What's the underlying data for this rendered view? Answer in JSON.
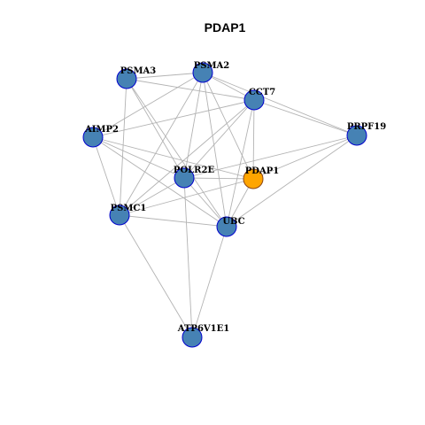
{
  "graph": {
    "title": "PDAP1",
    "query_gene": "PDAP1",
    "colors": {
      "node_fill": "#4682B4",
      "node_stroke": "#0000CD",
      "query_fill": "#FFA500",
      "query_stroke": "#8B4513",
      "edge": "#B3B3B3"
    },
    "nodes": [
      {
        "id": "PSMA3"
      },
      {
        "id": "PSMA2"
      },
      {
        "id": "CCT7"
      },
      {
        "id": "AIMP2"
      },
      {
        "id": "PRPF19"
      },
      {
        "id": "POLR2E"
      },
      {
        "id": "PDAP1"
      },
      {
        "id": "PSMC1"
      },
      {
        "id": "UBC"
      },
      {
        "id": "ATP6V1E1"
      }
    ],
    "edges": [
      [
        "PSMA3",
        "PSMA2"
      ],
      [
        "PSMA3",
        "CCT7"
      ],
      [
        "PSMA3",
        "POLR2E"
      ],
      [
        "PSMA3",
        "PSMC1"
      ],
      [
        "PSMA3",
        "UBC"
      ],
      [
        "PSMA2",
        "CCT7"
      ],
      [
        "PSMA2",
        "AIMP2"
      ],
      [
        "PSMA2",
        "PRPF19"
      ],
      [
        "PSMA2",
        "POLR2E"
      ],
      [
        "PSMA2",
        "PSMC1"
      ],
      [
        "PSMA2",
        "UBC"
      ],
      [
        "PSMA2",
        "PDAP1"
      ],
      [
        "CCT7",
        "AIMP2"
      ],
      [
        "CCT7",
        "PRPF19"
      ],
      [
        "CCT7",
        "POLR2E"
      ],
      [
        "CCT7",
        "PDAP1"
      ],
      [
        "CCT7",
        "PSMC1"
      ],
      [
        "CCT7",
        "UBC"
      ],
      [
        "AIMP2",
        "POLR2E"
      ],
      [
        "AIMP2",
        "PDAP1"
      ],
      [
        "AIMP2",
        "PSMC1"
      ],
      [
        "AIMP2",
        "UBC"
      ],
      [
        "PRPF19",
        "POLR2E"
      ],
      [
        "PRPF19",
        "PDAP1"
      ],
      [
        "PRPF19",
        "UBC"
      ],
      [
        "POLR2E",
        "PDAP1"
      ],
      [
        "POLR2E",
        "PSMC1"
      ],
      [
        "POLR2E",
        "UBC"
      ],
      [
        "POLR2E",
        "ATP6V1E1"
      ],
      [
        "PDAP1",
        "UBC"
      ],
      [
        "PDAP1",
        "PSMC1"
      ],
      [
        "PSMC1",
        "UBC"
      ],
      [
        "PSMC1",
        "ATP6V1E1"
      ],
      [
        "UBC",
        "ATP6V1E1"
      ]
    ]
  }
}
